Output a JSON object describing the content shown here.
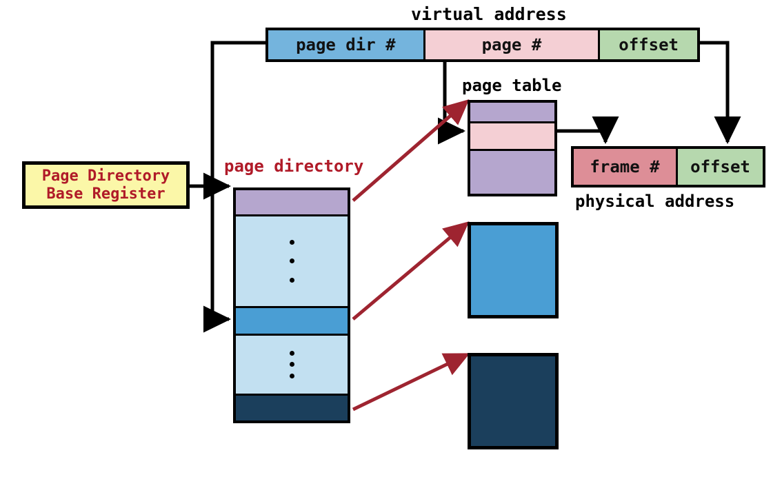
{
  "diagram": {
    "title": "two-level paging address translation",
    "colors": {
      "page_dir_blue": "#74b4dd",
      "page_pink": "#f4cfd4",
      "offset_green": "#b6d8ae",
      "frame_rose": "#dd8e97",
      "register_yellow": "#fbf7a8",
      "register_text_red": "#b01a28",
      "label_red": "#b01a28",
      "purple": "#b5a6ce",
      "light_blue": "#c2e0f1",
      "medium_blue": "#4a9ed4",
      "dark_navy": "#1b3f5c",
      "arrow_red": "#9e2430",
      "line_black": "#000000"
    }
  },
  "virtual_address": {
    "caption": "virtual address",
    "segments": [
      {
        "label": "page dir #",
        "color": "#74b4dd"
      },
      {
        "label": "page #",
        "color": "#f4cfd4"
      },
      {
        "label": "offset",
        "color": "#b6d8ae"
      }
    ]
  },
  "physical_address": {
    "caption": "physical address",
    "segments": [
      {
        "label": "frame #",
        "color": "#dd8e97"
      },
      {
        "label": "offset",
        "color": "#b6d8ae"
      }
    ]
  },
  "base_register": {
    "line1": "Page Directory",
    "line2": "Base Register"
  },
  "page_directory": {
    "caption": "page directory",
    "entries": [
      {
        "name": "selected-dir-entry",
        "color": "#b5a6ce",
        "dots": 0
      },
      {
        "name": "dir-entries-elided-upper",
        "color": "#c2e0f1",
        "dots": 3
      },
      {
        "name": "second-dir-entry",
        "color": "#4a9ed4",
        "dots": 0
      },
      {
        "name": "dir-entries-elided-lower",
        "color": "#c2e0f1",
        "dots": 3
      },
      {
        "name": "third-dir-entry",
        "color": "#1b3f5c",
        "dots": 0
      }
    ]
  },
  "page_table": {
    "caption": "page table",
    "entries": [
      {
        "name": "page-table-entry-upper",
        "color": "#b5a6ce"
      },
      {
        "name": "selected-page-table-entry",
        "color": "#f4cfd4"
      },
      {
        "name": "page-table-entry-lower",
        "color": "#b5a6ce"
      }
    ]
  },
  "page_frames": [
    {
      "name": "page-frame-blue",
      "color": "#4a9ed4"
    },
    {
      "name": "page-frame-navy",
      "color": "#1b3f5c"
    }
  ]
}
